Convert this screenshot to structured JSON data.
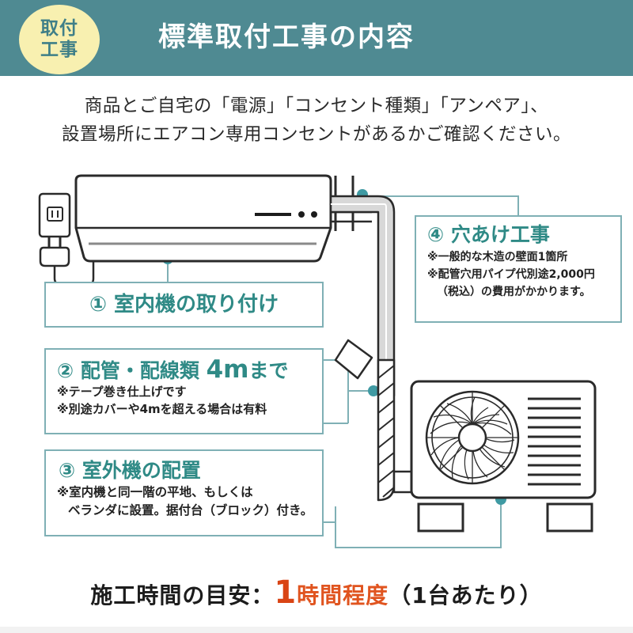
{
  "header": {
    "badge_line1": "取付",
    "badge_line2": "工事",
    "title": "標準取付工事の内容",
    "bg_color": "#4f8a92",
    "badge_color": "#f8f0b0",
    "badge_text_color": "#3f7f88"
  },
  "subtitle": {
    "line1": "商品とご自宅の「電源」「コンセント種類」「アンペア」、",
    "line2": "設置場所にエアコン専用コンセントがあるかご確認ください。"
  },
  "boxes": {
    "box1": {
      "title": "① 室内機の取り付け"
    },
    "box2": {
      "title_prefix": "② 配管・配線類 ",
      "title_big": "4m",
      "title_suffix": "まで",
      "note1": "※テープ巻き仕上げです",
      "note2": "※別途カバーや4mを超える場合は有料"
    },
    "box3": {
      "title": "③ 室外機の配置",
      "note1": "※室内機と同一階の平地、もしくは",
      "note2": "ベランダに設置。据付台（ブロック）付き。"
    },
    "box4": {
      "title": "④ 穴あけ工事",
      "note1": "※一般的な木造の壁面1箇所",
      "note2": "※配管穴用パイプ代別途2,000円",
      "note3": "（税込）の費用がかかります。"
    }
  },
  "footer": {
    "label": "施工時間の目安：",
    "number": "1",
    "highlight": "時間程度",
    "suffix": "（1台あたり）",
    "highlight_color": "#e0541f"
  },
  "illustration": {
    "indoor_unit_name": "室内機",
    "outdoor_unit_name": "室外機",
    "outlet_name": "コンセント",
    "plug_name": "電源プラグ",
    "pipe_name": "配管",
    "wall_name": "壁面",
    "block_name": "据付台ブロック",
    "line_color": "#7fb0b5",
    "dot_color": "#3f9aa3",
    "stroke_color": "#2a2a2a"
  }
}
